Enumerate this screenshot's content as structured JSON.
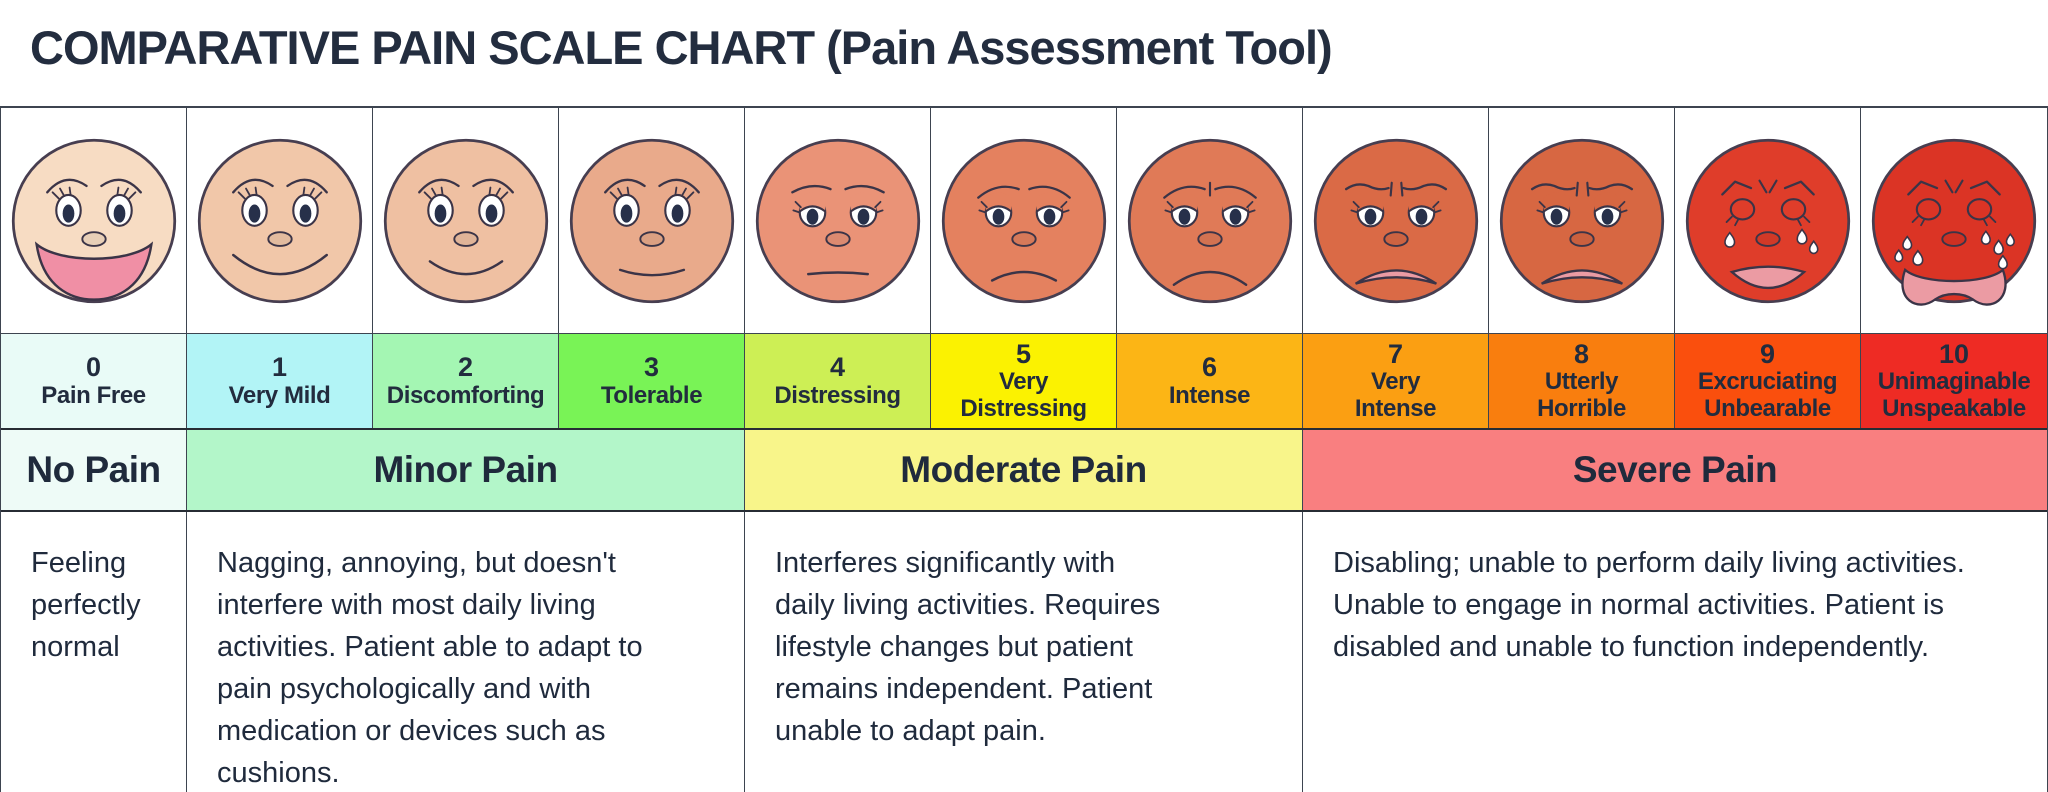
{
  "title": "COMPARATIVE PAIN SCALE CHART (Pain Assessment Tool)",
  "colors": {
    "title_text": "#232d3f",
    "label_text": "#222c3e",
    "grid_line": "#3d4450",
    "face_outline": "#473e50",
    "face_feature_line": "#3b3447",
    "pupil": "#27304a",
    "mouth_pink_happy": "#f08fa5",
    "mouth_pink_pain": "#eb9ba3"
  },
  "scale": [
    {
      "level": "0",
      "label": "Pain Free",
      "label_lines": [
        "Pain Free"
      ],
      "cell_color": "#e9fbf7",
      "face": {
        "icon": "pain-face-0-happy-big-smile",
        "skin": "#f7dcc3",
        "brow": "arched",
        "furrow": "none",
        "eye": "open",
        "mouth": "bigsmile",
        "tears": "none"
      }
    },
    {
      "level": "1",
      "label": "Very Mild",
      "label_lines": [
        "Very Mild"
      ],
      "cell_color": "#b2f4f6",
      "face": {
        "icon": "pain-face-1-smile",
        "skin": "#f1c7a9",
        "brow": "arched",
        "furrow": "none",
        "eye": "open",
        "mouth": "smile",
        "tears": "none"
      }
    },
    {
      "level": "2",
      "label": "Discomforting",
      "label_lines": [
        "Discomforting"
      ],
      "cell_color": "#a4f6b3",
      "face": {
        "icon": "pain-face-2-slight-smile",
        "skin": "#efc0a2",
        "brow": "arched",
        "furrow": "none",
        "eye": "open",
        "mouth": "slightsmile",
        "tears": "none"
      }
    },
    {
      "level": "3",
      "label": "Tolerable",
      "label_lines": [
        "Tolerable"
      ],
      "cell_color": "#79f356",
      "face": {
        "icon": "pain-face-3-faint-smile",
        "skin": "#e9aa8b",
        "brow": "arched",
        "furrow": "none",
        "eye": "open",
        "mouth": "flatsmile",
        "tears": "none"
      }
    },
    {
      "level": "4",
      "label": "Distressing",
      "label_lines": [
        "Distressing"
      ],
      "cell_color": "#cdef55",
      "face": {
        "icon": "pain-face-4-neutral",
        "skin": "#ea9377",
        "brow": "flat",
        "furrow": "none",
        "eye": "droopy",
        "mouth": "flat",
        "tears": "none"
      }
    },
    {
      "level": "5",
      "label": "Very Distressing",
      "label_lines": [
        "Very",
        "Distressing"
      ],
      "cell_color": "#fbf201",
      "face": {
        "icon": "pain-face-5-frown",
        "skin": "#e4815f",
        "brow": "worried",
        "furrow": "none",
        "eye": "droopy",
        "mouth": "frown",
        "tears": "none"
      }
    },
    {
      "level": "6",
      "label": "Intense",
      "label_lines": [
        "Intense"
      ],
      "cell_color": "#fcb515",
      "face": {
        "icon": "pain-face-6-deep-frown",
        "skin": "#e07a57",
        "brow": "worried",
        "furrow": "one",
        "eye": "droopy",
        "mouth": "bigfrown",
        "tears": "none"
      }
    },
    {
      "level": "7",
      "label": "Very Intense",
      "label_lines": [
        "Very",
        "Intense"
      ],
      "cell_color": "#fb9f12",
      "face": {
        "icon": "pain-face-7-open-frown",
        "skin": "#da6a46",
        "brow": "stern",
        "furrow": "two",
        "eye": "droopy",
        "mouth": "openfrown",
        "tears": "none"
      }
    },
    {
      "level": "8",
      "label": "Utterly Horrible",
      "label_lines": [
        "Utterly",
        "Horrible"
      ],
      "cell_color": "#f97e0e",
      "face": {
        "icon": "pain-face-8-open-frown",
        "skin": "#d76742",
        "brow": "stern",
        "furrow": "two",
        "eye": "droopy",
        "mouth": "openfrown",
        "tears": "none"
      }
    },
    {
      "level": "9",
      "label": "Excruciating Unbearable",
      "label_lines": [
        "Excruciating",
        "Unbearable"
      ],
      "cell_color": "#fa4f0d",
      "face": {
        "icon": "pain-face-9-crying",
        "skin": "#df3d2a",
        "brow": "angry",
        "furrow": "vee",
        "eye": "closed",
        "mouth": "halfmoon",
        "tears": "few"
      }
    },
    {
      "level": "10",
      "label": "Unimaginable Unspeakable",
      "label_lines": [
        "Unimaginable",
        "Unspeakable"
      ],
      "cell_color": "#ee2b24",
      "face": {
        "icon": "pain-face-10-wailing",
        "skin": "#db3425",
        "brow": "angry",
        "furrow": "vee",
        "eye": "closed",
        "mouth": "crywide",
        "tears": "many"
      }
    }
  ],
  "categories": [
    {
      "name": "No Pain",
      "span": 1,
      "color": "#eefbf7",
      "description": "Feeling perfectly normal"
    },
    {
      "name": "Minor Pain",
      "span": 3,
      "color": "#b3f6c9",
      "description": "Nagging, annoying, but doesn't interfere with most daily living activities. Patient able to adapt to pain psychologically and with medication or devices such as cushions."
    },
    {
      "name": "Moderate Pain",
      "span": 3,
      "color": "#f8f58a",
      "description": "Interferes significantly with daily living activities. Requires lifestyle changes but patient remains independent. Patient unable to adapt pain."
    },
    {
      "name": "Severe Pain",
      "span": 4,
      "color": "#f97f80",
      "description": "Disabling; unable to perform daily living activities. Unable to engage in normal activities. Patient is disabled and unable to function independently."
    }
  ]
}
